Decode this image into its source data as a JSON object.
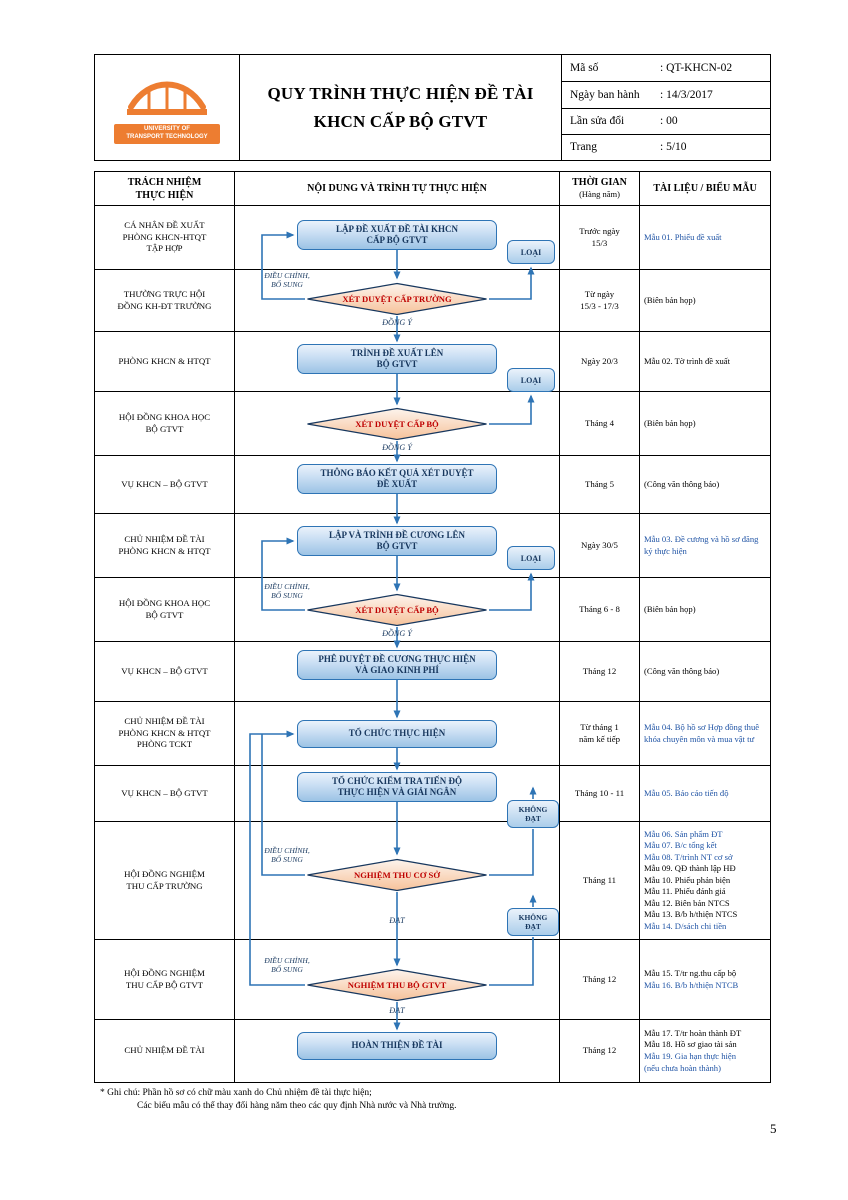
{
  "colors": {
    "arrow_blue": "#2e74b5",
    "box_border_blue": "#2e74b5",
    "box_text_navy": "#17375e",
    "diamond_text_red": "#bf0000",
    "doc_link_blue": "#2054a5",
    "logo_orange": "#ed7d31"
  },
  "header": {
    "logo": {
      "line1": "UNIVERSITY OF",
      "line2": "TRANSPORT TECHNOLOGY"
    },
    "title_line1": "QUY TRÌNH THỰC HIỆN ĐỀ TÀI",
    "title_line2": "KHCN CẤP BỘ GTVT",
    "info": [
      {
        "label": "Mã số",
        "value": ":  QT-KHCN-02"
      },
      {
        "label": "Ngày ban hành",
        "value": ":  14/3/2017"
      },
      {
        "label": "Lần sửa đổi",
        "value": ":  00"
      },
      {
        "label": "Trang",
        "value": ":  5/10"
      }
    ]
  },
  "table": {
    "col_headers": {
      "c1a": "TRÁCH NHIỆM",
      "c1b": "THỰC HIỆN",
      "c2": "NỘI DUNG VÀ TRÌNH TỰ THỰC HIỆN",
      "c3a": "THỜI GIAN",
      "c3b": "(Hàng năm)",
      "c4": "TÀI LIỆU / BIỂU MẪU"
    },
    "rows": [
      {
        "resp": [
          "CÁ NHÂN ĐỀ XUẤT",
          "PHÒNG KHCN-HTQT",
          "TẬP HỢP"
        ],
        "time": [
          "Trước ngày",
          "15/3"
        ],
        "docs": [
          {
            "text": "Mẫu 01. Phiếu đề xuất",
            "color": "blue"
          }
        ]
      },
      {
        "resp": [
          "THƯỜNG TRỰC HỘI",
          "ĐỒNG KH-ĐT TRƯỜNG"
        ],
        "time": [
          "Từ ngày",
          "15/3 - 17/3"
        ],
        "docs": [
          {
            "text": "(Biên bản họp)",
            "color": "black"
          }
        ]
      },
      {
        "resp": [
          "PHÒNG KHCN & HTQT"
        ],
        "time": [
          "Ngày 20/3"
        ],
        "docs": [
          {
            "text": "Mẫu 02. Tờ trình đề xuất",
            "color": "black"
          }
        ]
      },
      {
        "resp": [
          "HỘI ĐỒNG KHOA HỌC",
          "BỘ GTVT"
        ],
        "time": [
          "Tháng 4"
        ],
        "docs": [
          {
            "text": "(Biên bản họp)",
            "color": "black"
          }
        ]
      },
      {
        "resp": [
          "VỤ KHCN – BỘ GTVT"
        ],
        "time": [
          "Tháng 5"
        ],
        "docs": [
          {
            "text": "(Công văn thông báo)",
            "color": "black"
          }
        ]
      },
      {
        "resp": [
          "CHỦ NHIỆM ĐỀ TÀI",
          "PHÒNG KHCN & HTQT"
        ],
        "time": [
          "Ngày 30/5"
        ],
        "docs": [
          {
            "text": "Mẫu 03. Đề cương và hồ sơ đăng ký thực hiện",
            "color": "blue"
          }
        ]
      },
      {
        "resp": [
          "HỘI ĐỒNG KHOA HỌC",
          "BỘ GTVT"
        ],
        "time": [
          "Tháng 6 - 8"
        ],
        "docs": [
          {
            "text": "(Biên bản họp)",
            "color": "black"
          }
        ]
      },
      {
        "resp": [
          "VỤ KHCN – BỘ GTVT"
        ],
        "time": [
          "Tháng 12"
        ],
        "docs": [
          {
            "text": "(Công văn thông báo)",
            "color": "black"
          }
        ]
      },
      {
        "resp": [
          "CHỦ NHIỆM ĐỀ TÀI",
          "PHÒNG KHCN & HTQT",
          "PHÒNG TCKT"
        ],
        "time": [
          "Từ tháng 1",
          "năm kế tiếp"
        ],
        "docs": [
          {
            "text": "Mẫu 04. Bộ hồ sơ Hợp đồng thuê khóa chuyên môn và mua vật tư",
            "color": "blue"
          }
        ]
      },
      {
        "resp": [
          "VỤ KHCN – BỘ GTVT"
        ],
        "time": [
          "Tháng 10 - 11"
        ],
        "docs": [
          {
            "text": "Mẫu 05. Báo cáo tiến độ",
            "color": "blue"
          }
        ]
      },
      {
        "resp": [
          "HỘI ĐỒNG NGHIỆM",
          "THU CẤP TRƯỜNG"
        ],
        "time": [
          "Tháng 11"
        ],
        "docs": [
          {
            "text": "Mẫu 06. Sản phẩm ĐT",
            "color": "blue"
          },
          {
            "text": "Mẫu 07. B/c tổng kết",
            "color": "blue"
          },
          {
            "text": "Mẫu 08. T/trình NT cơ sở",
            "color": "blue"
          },
          {
            "text": "Mẫu 09. QĐ thành lập HĐ",
            "color": "black"
          },
          {
            "text": "Mẫu 10. Phiếu phản biện",
            "color": "black"
          },
          {
            "text": "Mẫu 11. Phiếu đánh giá",
            "color": "black"
          },
          {
            "text": "Mẫu 12. Biên bản NTCS",
            "color": "black"
          },
          {
            "text": "Mẫu 13. B/b h/thiện NTCS",
            "color": "black"
          },
          {
            "text": "Mẫu 14. D/sách chi tiền",
            "color": "blue"
          }
        ]
      },
      {
        "resp": [
          "HỘI ĐỒNG NGHIỆM",
          "THU CẤP BỘ GTVT"
        ],
        "time": [
          "Tháng 12"
        ],
        "docs": [
          {
            "text": "Mẫu 15. T/tr ng.thu cấp bộ",
            "color": "black"
          },
          {
            "text": "Mẫu 16. B/b h/thiện NTCB",
            "color": "blue"
          }
        ]
      },
      {
        "resp": [
          "CHỦ NHIỆM ĐỀ TÀI"
        ],
        "time": [
          "Tháng 12"
        ],
        "docs": [
          {
            "text": "Mẫu 17. T/tr hoàn thành ĐT",
            "color": "black"
          },
          {
            "text": "Mẫu 18. Hồ sơ giao tài sản",
            "color": "black"
          },
          {
            "text": "Mẫu 19. Gia hạn thực hiện",
            "color": "blue"
          },
          {
            "text": "(nếu chưa hoàn thành)",
            "color": "blue"
          }
        ]
      }
    ]
  },
  "flow": {
    "boxes": {
      "b1": [
        "LẬP ĐỀ XUẤT ĐỀ TÀI KHCN",
        "CẤP BỘ GTVT"
      ],
      "b3": [
        "TRÌNH ĐỀ XUẤT LÊN",
        "BỘ GTVT"
      ],
      "b5": [
        "THÔNG BÁO KẾT QUẢ XÉT DUYỆT",
        "ĐỀ XUẤT"
      ],
      "b6": [
        "LẬP VÀ TRÌNH ĐỀ CƯƠNG LÊN",
        "BỘ GTVT"
      ],
      "b8": [
        "PHÊ DUYỆT ĐỀ CƯƠNG THỰC HIỆN",
        "VÀ GIAO KINH PHÍ"
      ],
      "b9": [
        "TỔ CHỨC THỰC HIỆN"
      ],
      "b10": [
        "TỔ CHỨC KIỂM TRA TIẾN ĐỘ",
        "THỰC HIỆN VÀ GIẢI NGÂN"
      ],
      "b13": [
        "HOÀN THIỆN ĐỀ TÀI"
      ]
    },
    "diamonds": {
      "d2": "XÉT DUYỆT CẤP TRƯỜNG",
      "d4": "XÉT DUYỆT CẤP BỘ",
      "d7": "XÉT DUYỆT CẤP BỘ",
      "d11": "NGHIỆM THU CƠ SỞ",
      "d12": "NGHIỆM THU BỘ GTVT"
    },
    "labels": {
      "loai": "LOẠI",
      "khong": "KHÔNG",
      "dat_box": "ĐẠT",
      "dieu_chinh": "ĐIỀU CHỈNH,",
      "bo_sung": "BỔ SUNG",
      "dong_y": "ĐỒNG Ý",
      "dat": "ĐẠT"
    }
  },
  "notes": {
    "line1": "* Ghi chú: Phần hồ sơ có chữ màu xanh do Chủ nhiệm đề tài thực hiện;",
    "line2": "Các biểu mẫu có thể thay đổi hàng năm theo các quy định Nhà nước và Nhà trường."
  },
  "page_number": "5"
}
